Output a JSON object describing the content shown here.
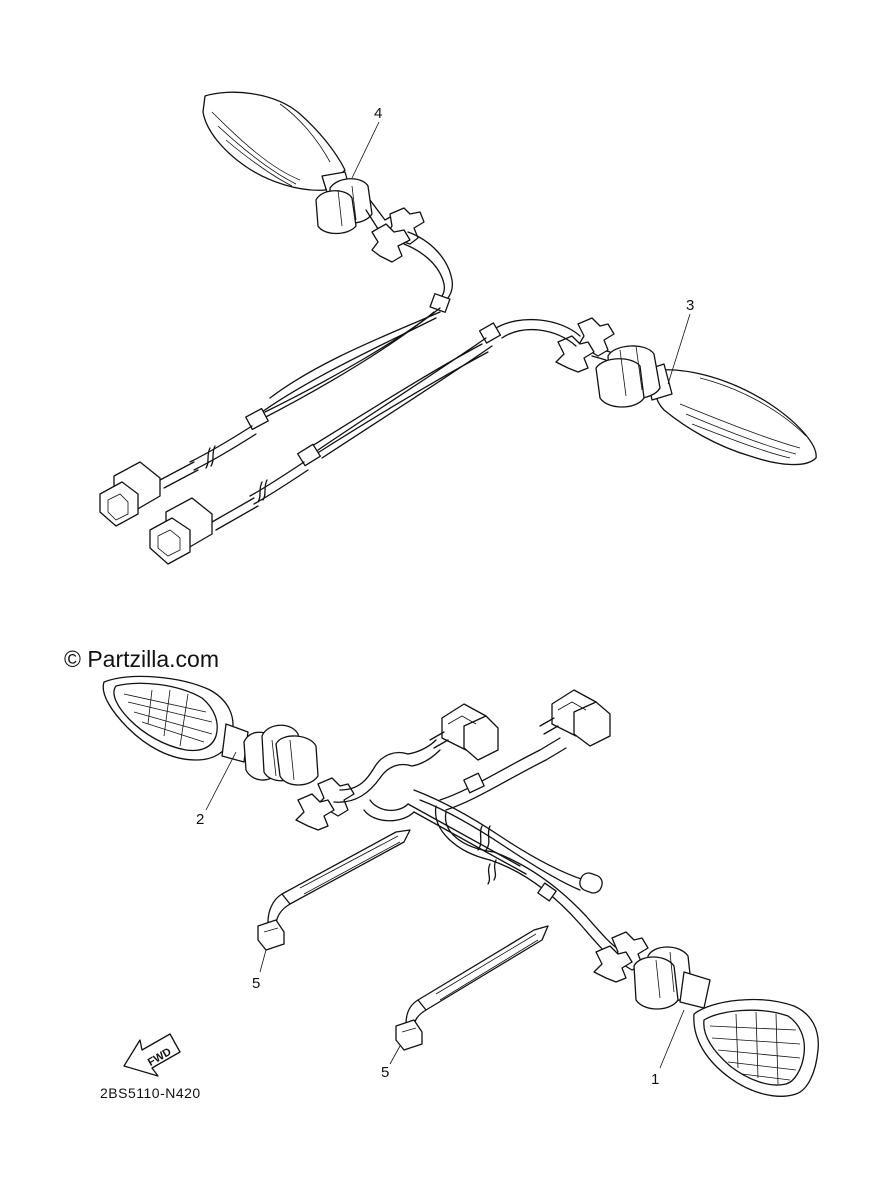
{
  "watermark": "© Partzilla.com",
  "diagram_code": "2BS5110-N420",
  "direction_label": "FWD",
  "callouts": {
    "c1": "1",
    "c2": "2",
    "c3": "3",
    "c4": "4",
    "c5a": "5",
    "c5b": "5"
  },
  "parts": [
    {
      "ref": "1",
      "icon": "front-right-turn-signal"
    },
    {
      "ref": "2",
      "icon": "front-left-turn-signal"
    },
    {
      "ref": "3",
      "icon": "rear-right-turn-signal"
    },
    {
      "ref": "4",
      "icon": "rear-left-turn-signal"
    },
    {
      "ref": "5",
      "icon": "cable-tie"
    }
  ]
}
